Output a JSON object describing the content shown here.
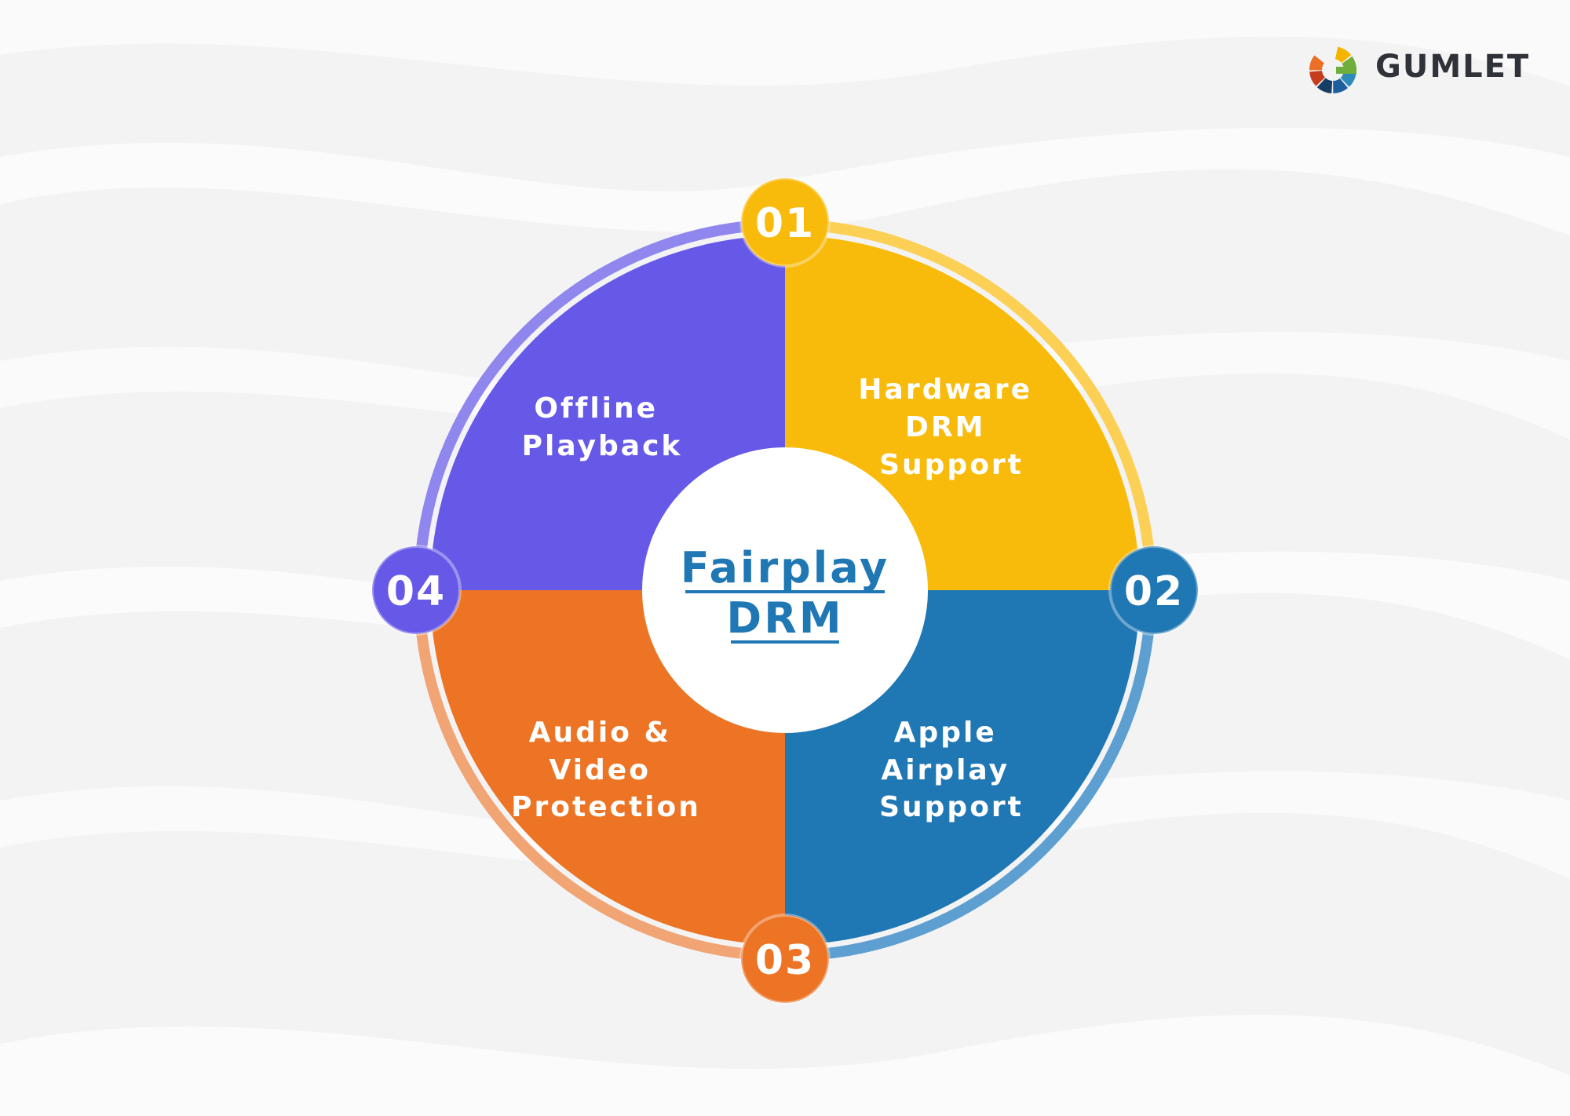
{
  "brand": {
    "name": "GUMLET",
    "logo_icon": "gumlet-logo-icon",
    "logo_colors": [
      "#f4b400",
      "#6fae3d",
      "#2d8ab9",
      "#1b5f9e",
      "#163d66",
      "#c63d1e",
      "#eb6f24"
    ]
  },
  "diagram": {
    "center": {
      "line1": "Fairplay",
      "line2": "DRM",
      "color": "#1f77b4"
    },
    "segments": [
      {
        "number": "01",
        "lines": [
          "Hardware",
          "DRM",
          "Support"
        ],
        "color": "#f9bb0b",
        "ring_color": "#fccf55"
      },
      {
        "number": "02",
        "lines": [
          "Apple",
          "Airplay",
          "Support"
        ],
        "color": "#1f77b4",
        "ring_color": "#5c9fd0"
      },
      {
        "number": "03",
        "lines": [
          "Audio &",
          "Video",
          "Protection"
        ],
        "color": "#ec7424",
        "ring_color": "#f1a474"
      },
      {
        "number": "04",
        "lines": [
          "Offline",
          "Playback"
        ],
        "color": "#6759e8",
        "ring_color": "#8f86ee"
      }
    ]
  }
}
